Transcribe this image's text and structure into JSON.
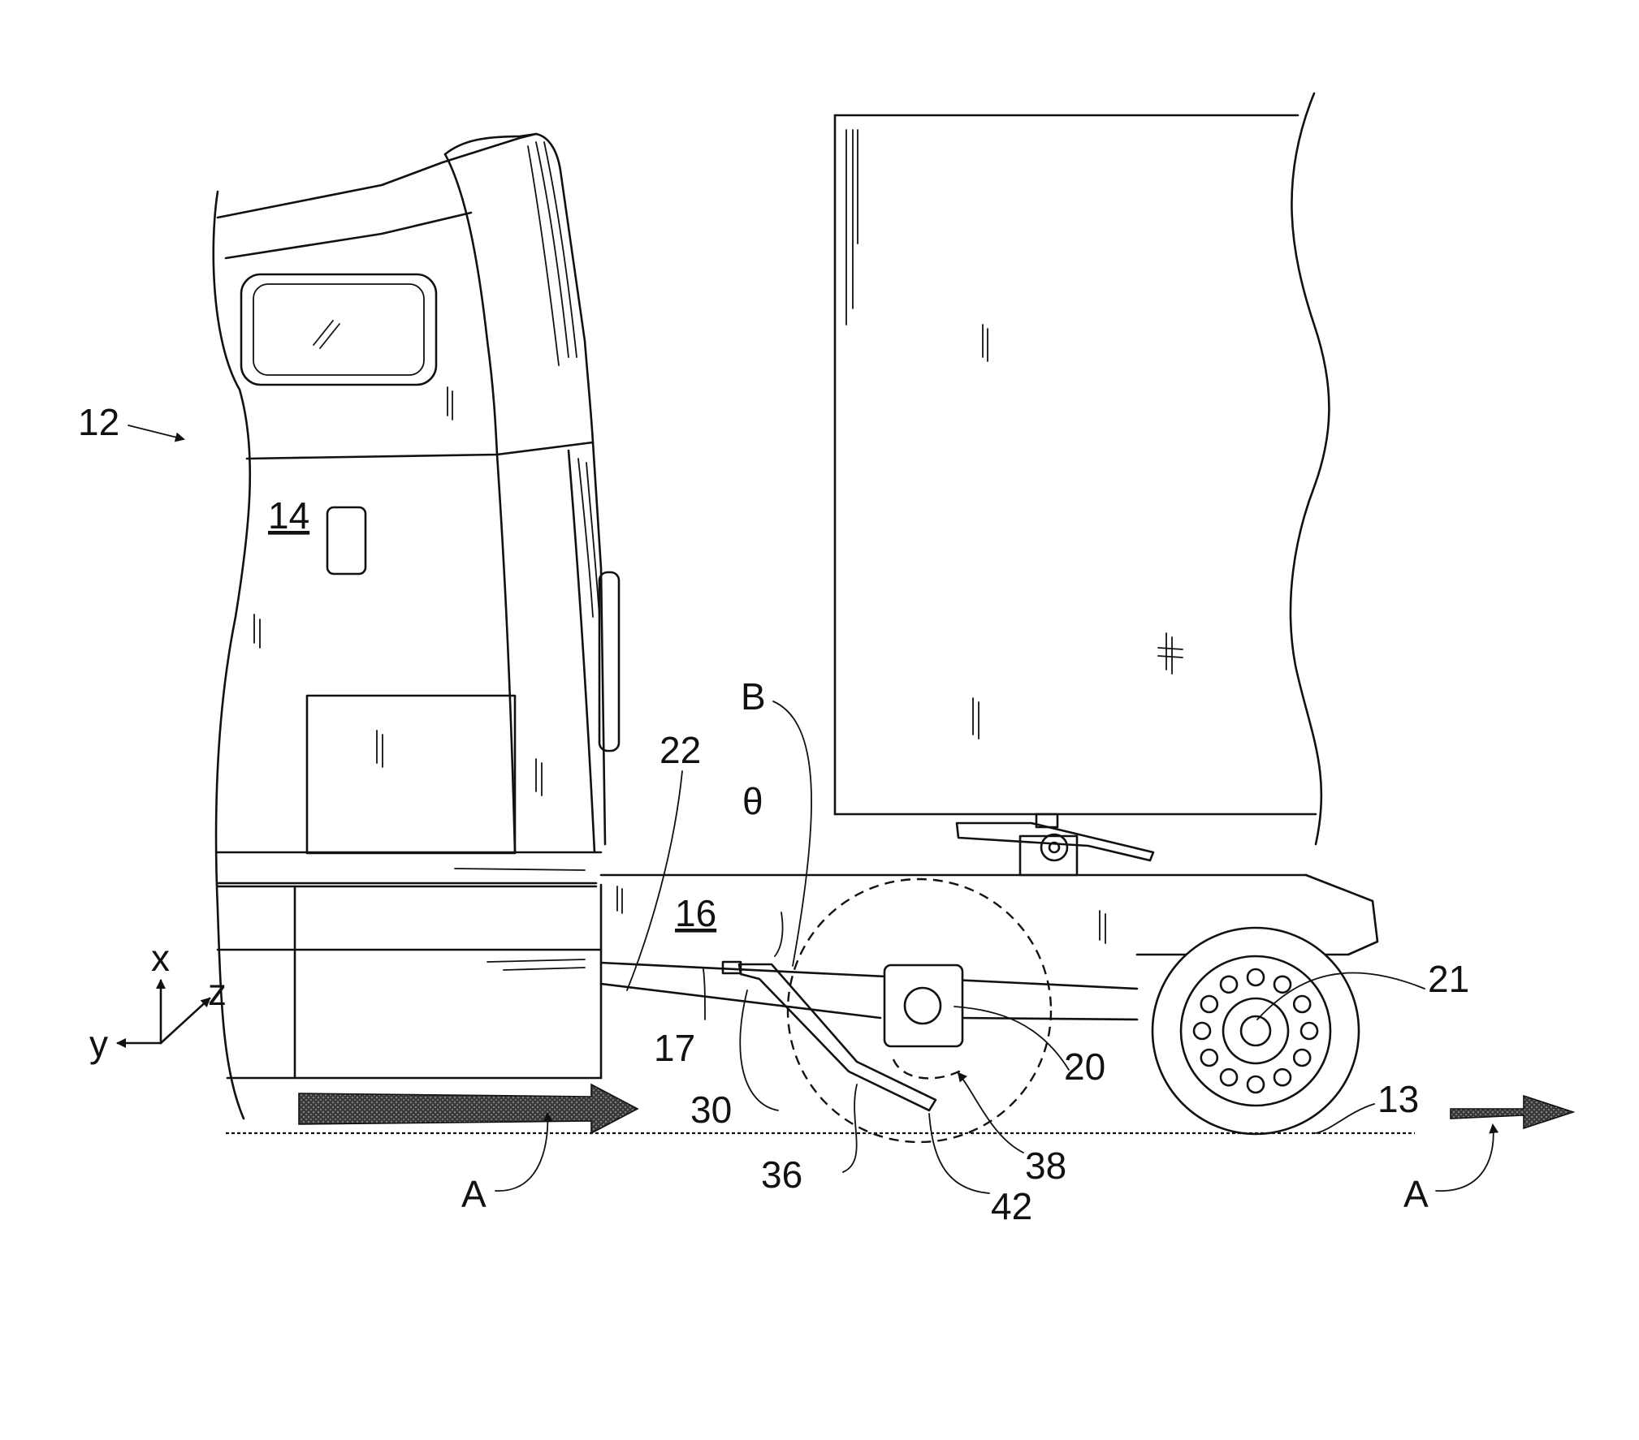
{
  "figure": {
    "ref_vehicle": "12",
    "ref_cab": "14",
    "ref_frame": "16",
    "ref_frame_edge": "17",
    "ref_wheel_well": "20",
    "ref_axle": "21",
    "ref_gap": "22",
    "ref_deflector": "30",
    "ref_deflector_lower": "36",
    "ref_bracket": "38",
    "ref_tip": "42",
    "ref_ground": "13",
    "label_b": "B",
    "label_theta": "θ",
    "label_a_left": "A",
    "label_a_right": "A",
    "axis_x": "x",
    "axis_y": "y",
    "axis_z": "z"
  }
}
